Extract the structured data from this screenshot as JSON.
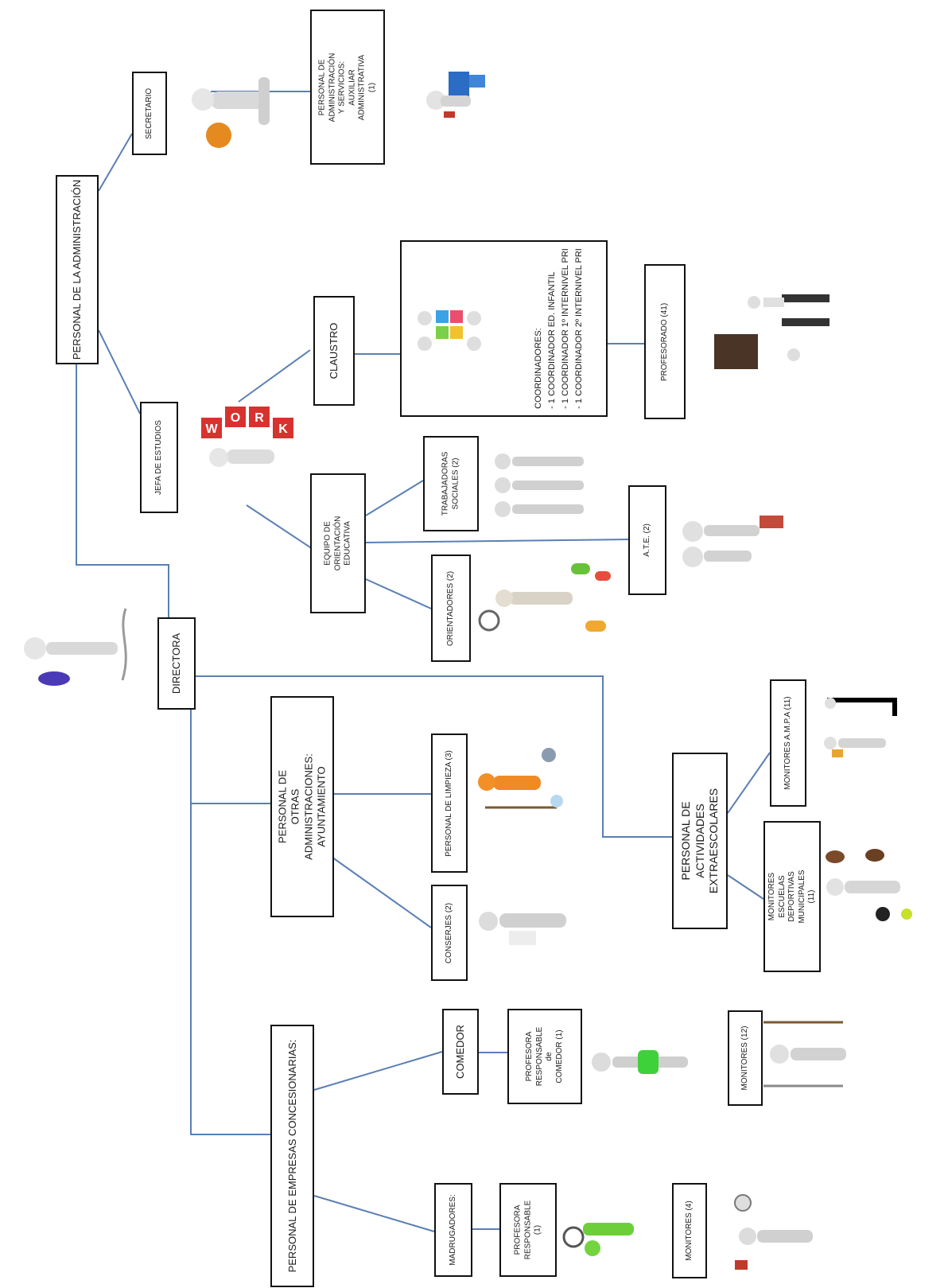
{
  "diagram": {
    "nodes": {
      "administracion": "PERSONAL DE LA ADMINISTRACIÓN",
      "secretario": "SECRETARIO",
      "personal_admin": "PERSONAL DE ADMINISTRACIÓN\nY SERVICIOS:\nAUXILIAR ADMINISTRATIVA (1)",
      "jefa_estudios": "JEFA DE ESTUDIOS",
      "claustro": "CLAUSTRO",
      "coordinadores_title": "COORDINADORES:",
      "coordinadores_items": [
        "- 1 COORDINADOR ED. INFANTIL",
        "- 1 COORDINADOR 1º INTERNIVEL PRI",
        "- 1 COORDINADOR 2º INTERNIVEL PRI"
      ],
      "profesorado": "PROFESORADO (41)",
      "equipo_orientacion": "EQUIPO DE ORIENTACIÓN\nEDUCATIVA",
      "trabajadoras_sociales": "TRABAJADORAS\nSOCIALES (2)",
      "ate": "A.T.E. (2)",
      "orientadores": "ORIENTADORES (2)",
      "directora": "DIRECTORA",
      "otras_administraciones": "PERSONAL DE OTRAS ADMINISTRACIONES:\nAYUNTAMIENTO",
      "limpieza": "PERSONAL DE LIMPIEZA (3)",
      "conserjes": "CONSERJES (2)",
      "actividades_extraescolares": "PERSONAL DE ACTIVIDADES\nEXTRAESCOLARES",
      "monitores_ampa": "MONITORES A.M.P.A (11)",
      "monitores_escuelas": "MONITORES ESCUELAS\nDEPORTIVAS MUNICIPALES (11)",
      "empresas_concesionarias": "PERSONAL DE EMPRESAS CONCESIONARIAS:",
      "comedor": "COMEDOR",
      "profesora_comedor": "PROFESORA\nRESPONSABLE de\nCOMEDOR (1)",
      "monitores_comedor": "MONITORES (12)",
      "madrugadores": "MADRUGADORES:",
      "profesora_madrugadores": "PROFESORA\nRESPONSABLE (1)",
      "monitores_madrugadores": "MONITORES (4)"
    },
    "illustrations": {
      "work_blocks_letters": [
        "W",
        "O",
        "R",
        "K"
      ]
    },
    "colors": {
      "connector": "#5a7fb5",
      "box_border": "#111111"
    }
  }
}
